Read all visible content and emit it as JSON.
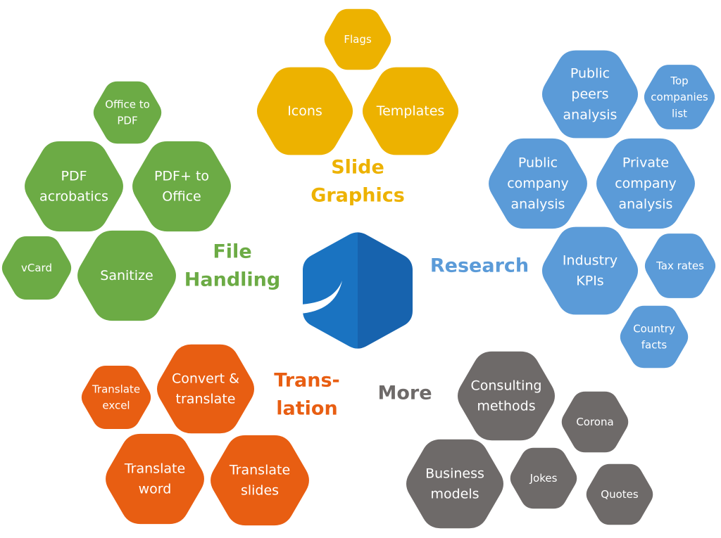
{
  "colors": {
    "slide_graphics": "#EDB200",
    "file_handling": "#6CAB45",
    "research": "#5B9BD8",
    "translation": "#E85E12",
    "more": "#6E6A69",
    "logo_left": "#1A73C1",
    "logo_right": "#1763AE"
  },
  "center_logo": {
    "icon": "hexagon-logo-icon"
  },
  "groups": [
    {
      "id": "slide-graphics",
      "color_key": "slide_graphics",
      "label_lines": [
        "Slide",
        "Graphics"
      ],
      "items": [
        {
          "id": "flags",
          "lines": [
            "Flags"
          ]
        },
        {
          "id": "icons",
          "lines": [
            "Icons"
          ]
        },
        {
          "id": "templates",
          "lines": [
            "Templates"
          ]
        }
      ]
    },
    {
      "id": "file-handling",
      "color_key": "file_handling",
      "label_lines": [
        "File",
        "Handling"
      ],
      "items": [
        {
          "id": "office-to-pdf",
          "lines": [
            "Office to",
            "PDF"
          ]
        },
        {
          "id": "pdf-acrobatics",
          "lines": [
            "PDF",
            "acrobatics"
          ]
        },
        {
          "id": "pdf-plus-to-office",
          "lines": [
            "PDF+ to",
            "Office"
          ]
        },
        {
          "id": "vcard",
          "lines": [
            "vCard"
          ]
        },
        {
          "id": "sanitize",
          "lines": [
            "Sanitize"
          ]
        }
      ]
    },
    {
      "id": "research",
      "color_key": "research",
      "label_lines": [
        "Research"
      ],
      "items": [
        {
          "id": "public-peers-analysis",
          "lines": [
            "Public",
            "peers",
            "analysis"
          ]
        },
        {
          "id": "top-companies-list",
          "lines": [
            "Top",
            "companies",
            "list"
          ]
        },
        {
          "id": "public-company-analysis",
          "lines": [
            "Public",
            "company",
            "analysis"
          ]
        },
        {
          "id": "private-company-analysis",
          "lines": [
            "Private",
            "company",
            "analysis"
          ]
        },
        {
          "id": "industry-kpis",
          "lines": [
            "Industry",
            "KPIs"
          ]
        },
        {
          "id": "tax-rates",
          "lines": [
            "Tax rates"
          ]
        },
        {
          "id": "country-facts",
          "lines": [
            "Country",
            "facts"
          ]
        }
      ]
    },
    {
      "id": "translation",
      "color_key": "translation",
      "label_lines": [
        "Trans-",
        "lation"
      ],
      "items": [
        {
          "id": "translate-excel",
          "lines": [
            "Translate",
            "excel"
          ]
        },
        {
          "id": "convert-and-translate",
          "lines": [
            "Convert &",
            "translate"
          ]
        },
        {
          "id": "translate-word",
          "lines": [
            "Translate",
            "word"
          ]
        },
        {
          "id": "translate-slides",
          "lines": [
            "Translate",
            "slides"
          ]
        }
      ]
    },
    {
      "id": "more",
      "color_key": "more",
      "label_lines": [
        "More"
      ],
      "items": [
        {
          "id": "consulting-methods",
          "lines": [
            "Consulting",
            "methods"
          ]
        },
        {
          "id": "corona",
          "lines": [
            "Corona"
          ]
        },
        {
          "id": "business-models",
          "lines": [
            "Business",
            "models"
          ]
        },
        {
          "id": "jokes",
          "lines": [
            "Jokes"
          ]
        },
        {
          "id": "quotes",
          "lines": [
            "Quotes"
          ]
        }
      ]
    }
  ]
}
